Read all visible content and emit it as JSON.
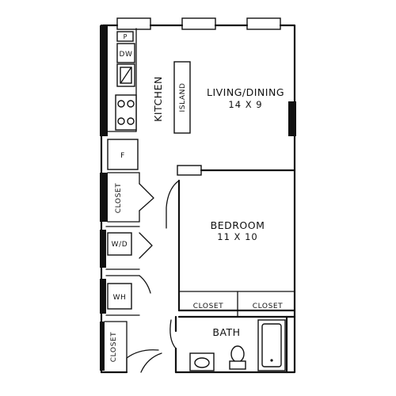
{
  "plan": {
    "rooms": {
      "living": {
        "name": "LIVING/DINING",
        "dims": "14 X 9"
      },
      "kitchen": {
        "name": "KITCHEN"
      },
      "island": {
        "name": "ISLAND"
      },
      "bedroom": {
        "name": "BEDROOM",
        "dims": "11 X 10"
      },
      "bath": {
        "name": "BATH"
      },
      "closet_hall": {
        "name": "CLOSET"
      },
      "closet_bed_left": {
        "name": "CLOSET"
      },
      "closet_bed_right": {
        "name": "CLOSET"
      },
      "closet_entry": {
        "name": "CLOSET"
      }
    },
    "fixtures": {
      "pantry": "P",
      "dishwasher": "DW",
      "fridge": "F",
      "washer_dryer": "W/D",
      "water_heater": "WH"
    }
  }
}
